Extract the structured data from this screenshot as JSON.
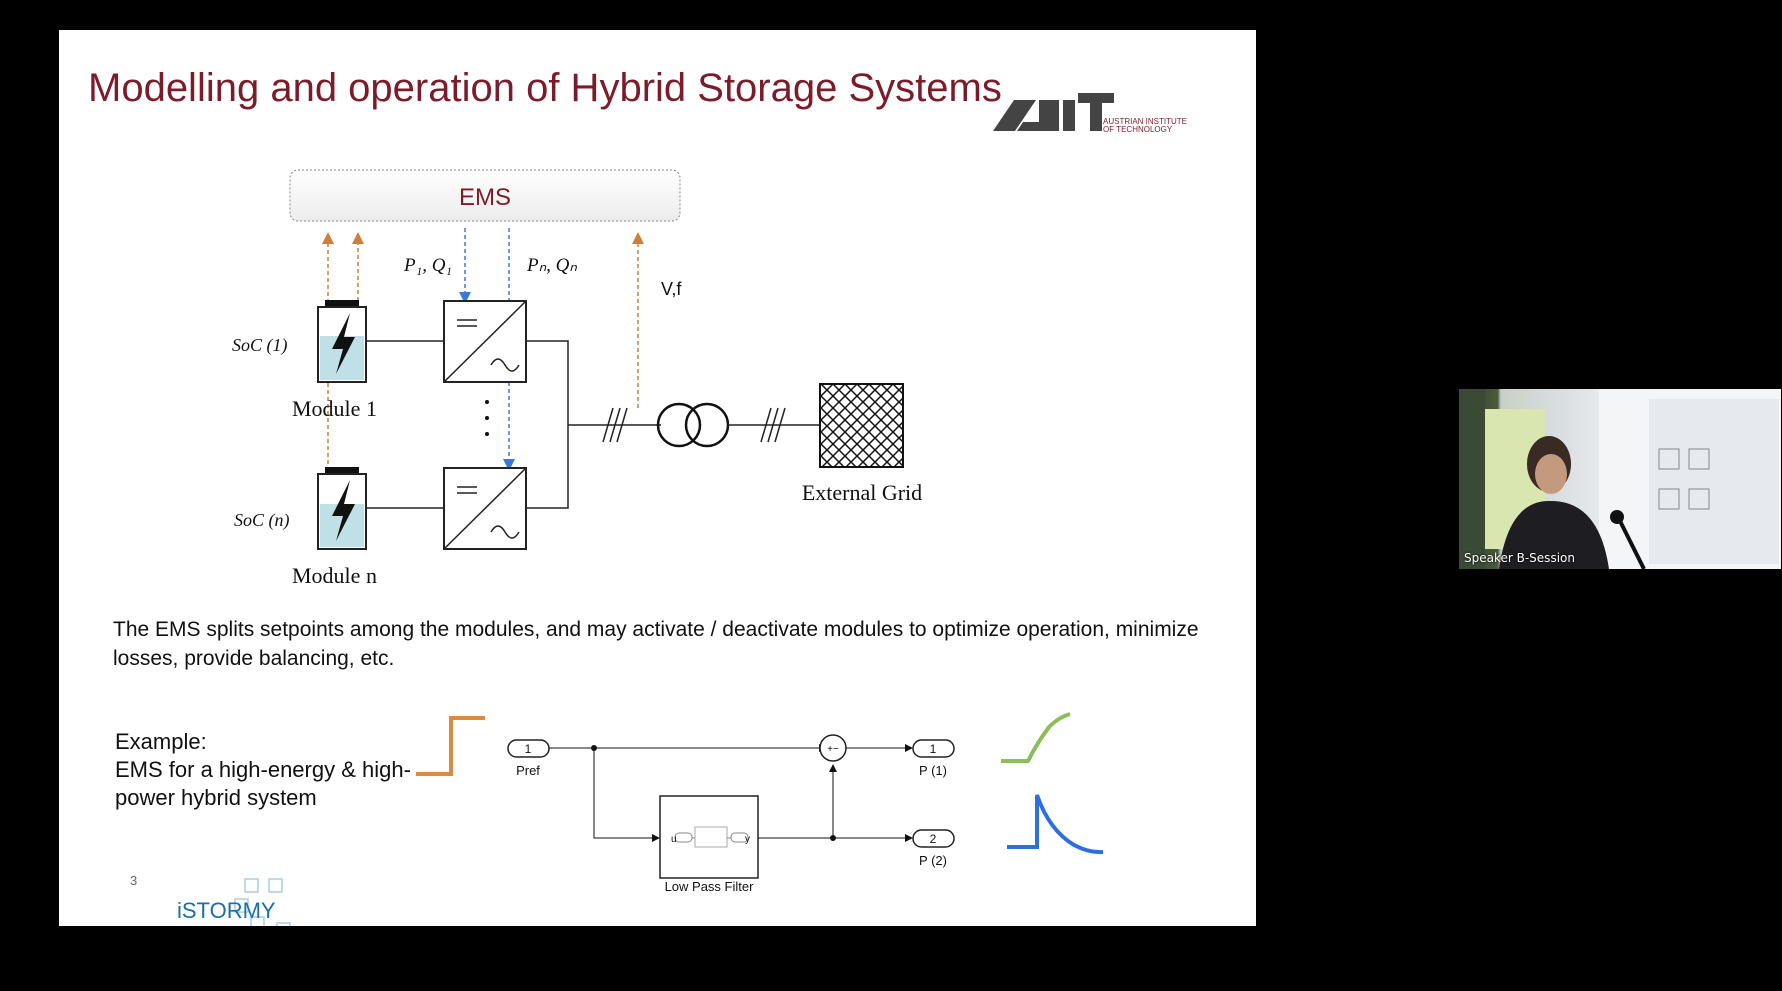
{
  "slide": {
    "title": "Modelling and operation of Hybrid Storage Systems",
    "logo_ait_text": "AIT",
    "logo_ait_sub1": "AUSTRIAN INSTITUTE",
    "logo_ait_sub2": "OF TECHNOLOGY",
    "body_text": "The EMS splits setpoints among the modules, and may activate / deactivate modules to optimize operation, minimize losses, provide balancing, etc.",
    "example_text": "Example:\nEMS for a high-energy & high-power hybrid system",
    "slide_number": "3",
    "logo_istormy": "iSTORMY",
    "accent_color": "#7b1c2a"
  },
  "diagram": {
    "ems_label": "EMS",
    "p1q1_label": "P₁, Q₁",
    "pnqn_label": "Pₙ, Qₙ",
    "vf_label": "V,f",
    "soc1_label": "SoC (1)",
    "socn_label": "SoC (n)",
    "module1_label": "Module 1",
    "modulen_label": "Module n",
    "grid_label": "External Grid"
  },
  "simulink": {
    "pref_port": "1",
    "pref_label": "Pref",
    "p1_port": "1",
    "p1_label": "P (1)",
    "p2_port": "2",
    "p2_label": "P (2)",
    "lpf_label": "Low Pass Filter",
    "lpf_in": "u",
    "lpf_out": "y",
    "sum_signs": "+−"
  },
  "webcam": {
    "label": "Speaker B-Session"
  }
}
